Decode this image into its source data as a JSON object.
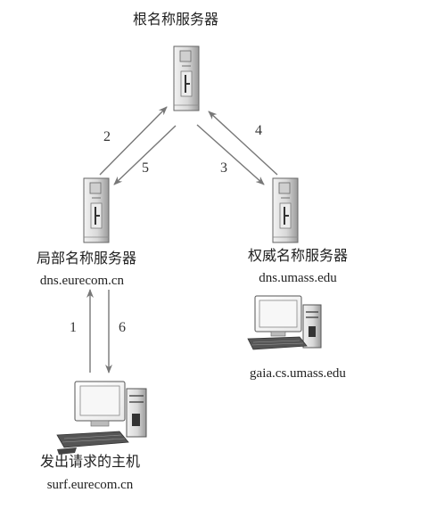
{
  "root_server": {
    "label": "根名称服务器"
  },
  "local_server": {
    "label": "局部名称服务器",
    "host": "dns.eurecom.cn"
  },
  "auth_server": {
    "label": "权威名称服务器",
    "host": "dns.umass.edu"
  },
  "auth_host": {
    "host": "gaia.cs.umass.edu"
  },
  "requesting_host": {
    "label": "发出请求的主机",
    "host": "surf.eurecom.cn"
  },
  "steps": {
    "s1": "1",
    "s2": "2",
    "s3": "3",
    "s4": "4",
    "s5": "5",
    "s6": "6"
  }
}
